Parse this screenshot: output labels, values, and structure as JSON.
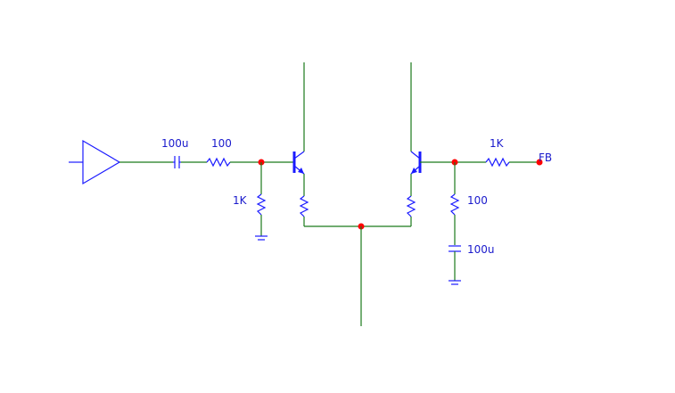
{
  "labels": {
    "input_cap": "100u",
    "input_res": "100",
    "base_pulldown_res": "1K",
    "fb_res": "1K",
    "fb_label": "FB",
    "shunt_res": "100",
    "shunt_cap": "100u"
  },
  "colors": {
    "wire": "#1a7a1a",
    "component": "#1a1aff",
    "node": "#ff0000",
    "label": "#1a1acc",
    "background": "#ffffff"
  }
}
